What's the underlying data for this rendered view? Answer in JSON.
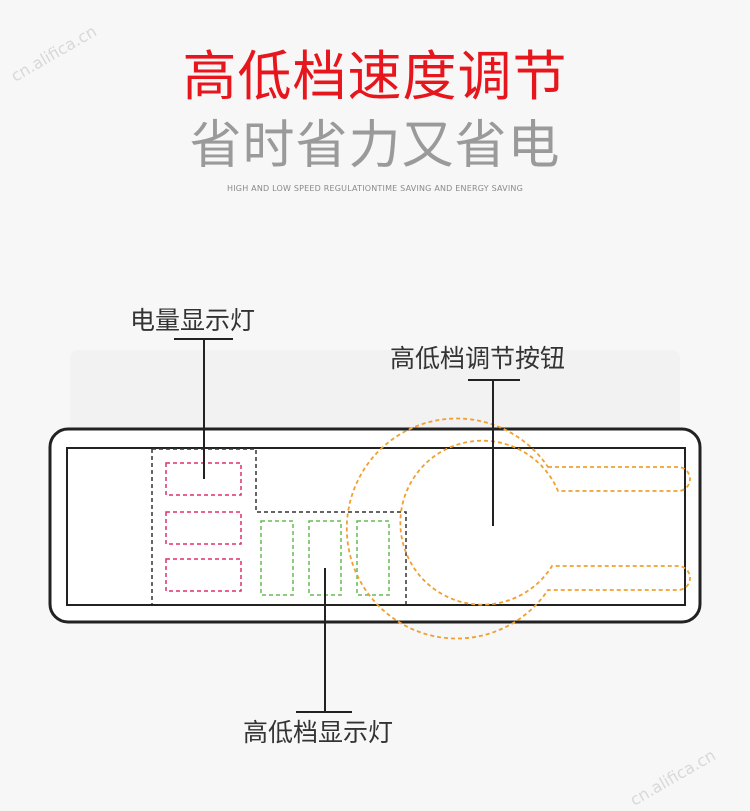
{
  "header": {
    "title": "高低档速度调节",
    "subtitle": "省时省力又省电",
    "english": "HIGH AND LOW SPEED REGULATIONTIME SAVING AND ENERGY SAVING"
  },
  "labels": {
    "battery_indicator": "电量显示灯",
    "speed_button": "高低档调节按钮",
    "speed_indicator": "高低档显示灯"
  },
  "watermark": "cn.alifica.cn",
  "colors": {
    "title_red": "#e6161c",
    "subtitle_gray": "#9a9a9a",
    "battery_led": "#e0306a",
    "speed_led": "#66bb55",
    "button_outline": "#f0a030",
    "outline": "#222222"
  },
  "icons": {
    "battery_led": "red-dashed-rectangle",
    "speed_led": "green-dashed-rectangle",
    "button": "orange-dashed-keyhole"
  }
}
